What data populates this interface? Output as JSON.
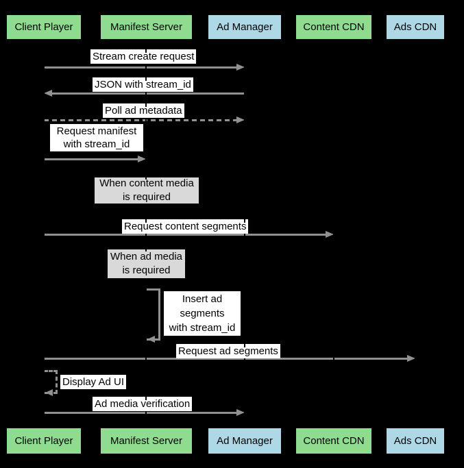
{
  "colors": {
    "background": "#000000",
    "actor_green": "#8fdb8f",
    "actor_blue": "#aed8e6",
    "arrow": "#919191",
    "note_fill": "#d9d9d9",
    "label_bg": "#ffffff",
    "text": "#000000"
  },
  "actors": [
    {
      "label": "Client Player",
      "fill": "#8fdb8f"
    },
    {
      "label": "Manifest Server",
      "fill": "#8fdb8f"
    },
    {
      "label": "Ad Manager",
      "fill": "#aed8e6"
    },
    {
      "label": "Content CDN",
      "fill": "#8fdb8f"
    },
    {
      "label": "Ads CDN",
      "fill": "#aed8e6"
    }
  ],
  "messages": [
    {
      "label": "Stream create request",
      "from": "Client Player",
      "to": "Ad Manager",
      "line": "solid"
    },
    {
      "label": "JSON with stream_id",
      "from": "Ad Manager",
      "to": "Client Player",
      "line": "solid"
    },
    {
      "label": "Poll ad metadata",
      "from": "Client Player",
      "to": "Ad Manager",
      "line": "dashed"
    },
    {
      "label": "Request manifest\nwith stream_id",
      "from": "Client Player",
      "to": "Manifest Server",
      "line": "solid"
    },
    {
      "label": "Request content segments",
      "from": "Client Player",
      "to": "Content CDN",
      "line": "solid"
    },
    {
      "label": "Insert ad\nsegments\nwith stream_id",
      "from": "Manifest Server",
      "to": "Manifest Server",
      "line": "solid-self"
    },
    {
      "label": "Request ad segments",
      "from": "Client Player",
      "to": "Ads CDN",
      "line": "solid"
    },
    {
      "label": "Display Ad UI",
      "from": "Client Player",
      "to": "Client Player",
      "line": "dashed-self"
    },
    {
      "label": "Ad media verification",
      "from": "Client Player",
      "to": "Ad Manager",
      "line": "solid"
    }
  ],
  "notes": [
    {
      "text": "When content media\nis required"
    },
    {
      "text": "When ad media\nis required"
    }
  ]
}
